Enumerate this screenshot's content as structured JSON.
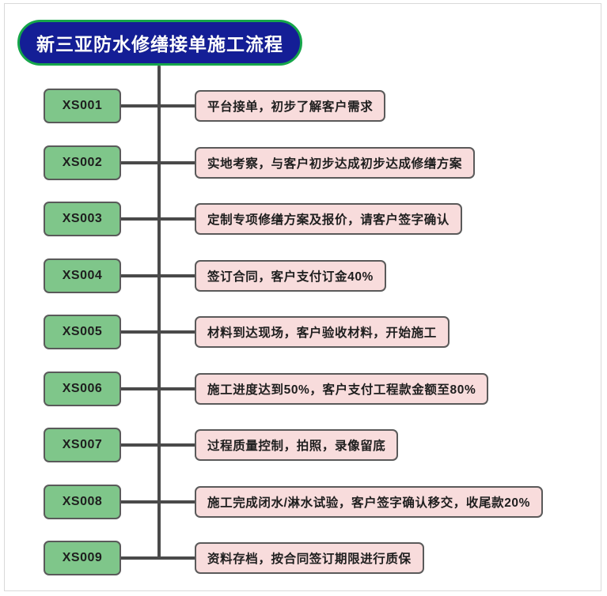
{
  "diagram": {
    "title": "新三亚防水修缮接单施工流程",
    "colors": {
      "title_fill": "#141E96",
      "title_border": "#16A64A",
      "title_text": "#FFFFFF",
      "code_fill": "#7FC68A",
      "code_border": "#5A5A5A",
      "step_fill": "#F8DCDC",
      "step_border": "#5A5A5A",
      "connector": "#4A4A4A",
      "background": "#FFFFFF"
    },
    "steps": [
      {
        "code": "XS001",
        "text": "平台接单，初步了解客户需求"
      },
      {
        "code": "XS002",
        "text": "实地考察，与客户初步达成初步达成修缮方案"
      },
      {
        "code": "XS003",
        "text": "定制专项修缮方案及报价，请客户签字确认"
      },
      {
        "code": "XS004",
        "text": "签订合同，客户支付订金40%"
      },
      {
        "code": "XS005",
        "text": "材料到达现场，客户验收材料，开始施工"
      },
      {
        "code": "XS006",
        "text": "施工进度达到50%，客户支付工程款金额至80%"
      },
      {
        "code": "XS007",
        "text": "过程质量控制，拍照，录像留底"
      },
      {
        "code": "XS008",
        "text": "施工完成闭水/淋水试验，客户签字确认移交，收尾款20%"
      },
      {
        "code": "XS009",
        "text": "资料存档，按合同签订期限进行质保"
      }
    ]
  }
}
